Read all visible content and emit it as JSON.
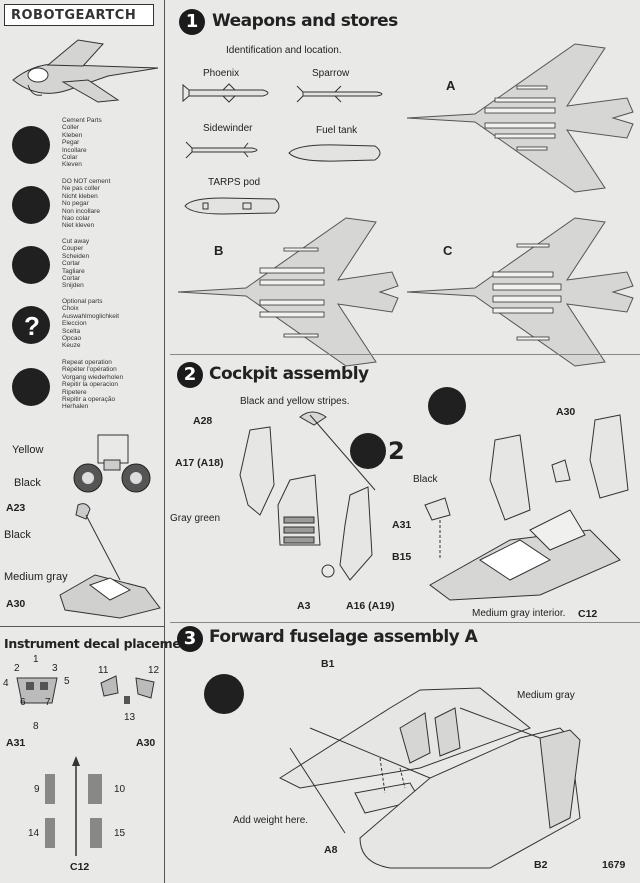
{
  "header": {
    "logo_text": "ROBOTGEARTCH"
  },
  "legend": {
    "cement": "Cement Parts\nColler\nKleben\nPegar\nIncollare\nColar\nKleven",
    "no_cement": "DO NOT cement\nNe pas coller\nNicht kleben\nNo pegar\nNon incollare\nNao colar\nNiet kleven",
    "cut": "Cut away\nCouper\nScheiden\nCortar\nTagliare\nCortar\nSnijden",
    "optional": "Optional parts\nChoix\nAuswahlmoglichkeit\nEleccion\nScelta\nOpcao\nKeuze",
    "repeat": "Repeat operation\nRépéter l'opération\nVorgang wiederholen\nRepitir la operacion\nRipetere\nRepitir a operação\nHerhalen"
  },
  "left_parts": {
    "yellow": "Yellow",
    "black1": "Black",
    "a23": "A23",
    "black2": "Black",
    "medium_gray": "Medium gray",
    "a30": "A30"
  },
  "decal": {
    "title": "Instrument decal placement",
    "n1": "1",
    "n2": "2",
    "n3": "3",
    "n4": "4",
    "n5": "5",
    "n6": "6",
    "n7": "7",
    "n8": "8",
    "n9": "9",
    "n10": "10",
    "n11": "11",
    "n12": "12",
    "n13": "13",
    "n14": "14",
    "n15": "15",
    "a31": "A31",
    "a30": "A30",
    "c12": "C12"
  },
  "step1": {
    "num": "1",
    "title": "Weapons and stores",
    "subtitle": "Identification and location.",
    "phoenix": "Phoenix",
    "sparrow": "Sparrow",
    "sidewinder": "Sidewinder",
    "fuel_tank": "Fuel tank",
    "tarps": "TARPS pod",
    "a": "A",
    "b": "B",
    "c": "C"
  },
  "step2": {
    "num": "2",
    "title": "Cockpit assembly",
    "stripes": "Black and yellow stripes.",
    "a28": "A28",
    "a17": "A17 (A18)",
    "gray_green": "Gray green",
    "a3": "A3",
    "a16": "A16 (A19)",
    "repeat_num": "2",
    "black": "Black",
    "a31": "A31",
    "b15": "B15",
    "a30": "A30",
    "interior": "Medium gray interior.",
    "c12": "C12"
  },
  "step3": {
    "num": "3",
    "title": "Forward fuselage assembly A",
    "b1": "B1",
    "medium_gray": "Medium gray",
    "add_weight": "Add weight here.",
    "a8": "A8",
    "b2": "B2",
    "page": "1679"
  },
  "colors": {
    "ink": "#1b1b1b",
    "paper": "#e9e9e7",
    "part_gray": "#c8c8c6"
  }
}
